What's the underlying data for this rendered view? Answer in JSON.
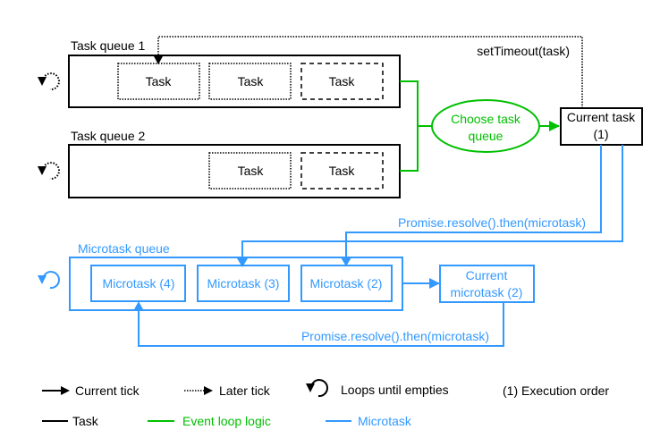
{
  "colors": {
    "task": "#000000",
    "event_loop": "#00c000",
    "microtask": "#3399ff"
  },
  "task_queue_1": {
    "label": "Task queue 1",
    "tasks": [
      {
        "label": "Task",
        "style": "dotted"
      },
      {
        "label": "Task",
        "style": "dotted"
      },
      {
        "label": "Task",
        "style": "dashed"
      }
    ]
  },
  "task_queue_2": {
    "label": "Task queue 2",
    "tasks": [
      {
        "label": "Task",
        "style": "dotted"
      },
      {
        "label": "Task",
        "style": "dashed"
      }
    ]
  },
  "choose_task_queue": {
    "line1": "Choose task",
    "line2": "queue"
  },
  "current_task": {
    "line1": "Current task",
    "line2": "(1)"
  },
  "set_timeout_label": "setTimeout(task)",
  "promise_label_top": "Promise.resolve().then(microtask)",
  "promise_label_bottom": "Promise.resolve().then(microtask)",
  "microtask_queue": {
    "label": "Microtask queue",
    "items": [
      "Microtask (4)",
      "Microtask (3)",
      "Microtask (2)"
    ]
  },
  "current_microtask": {
    "line1": "Current",
    "line2": "microtask (2)"
  },
  "legend": {
    "current_tick": "Current tick",
    "later_tick": "Later tick",
    "loops": "Loops until empties",
    "execution_order": "(1) Execution order",
    "task": "Task",
    "event_loop_logic": "Event loop logic",
    "microtask": "Microtask"
  }
}
